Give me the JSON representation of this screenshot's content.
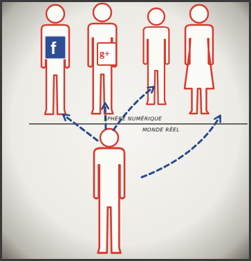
{
  "diagram": {
    "labels": [
      "SPHÈRE NUMÉRIQUE",
      "MONDE RÉEL",
      "f",
      "g+"
    ]
  }
}
